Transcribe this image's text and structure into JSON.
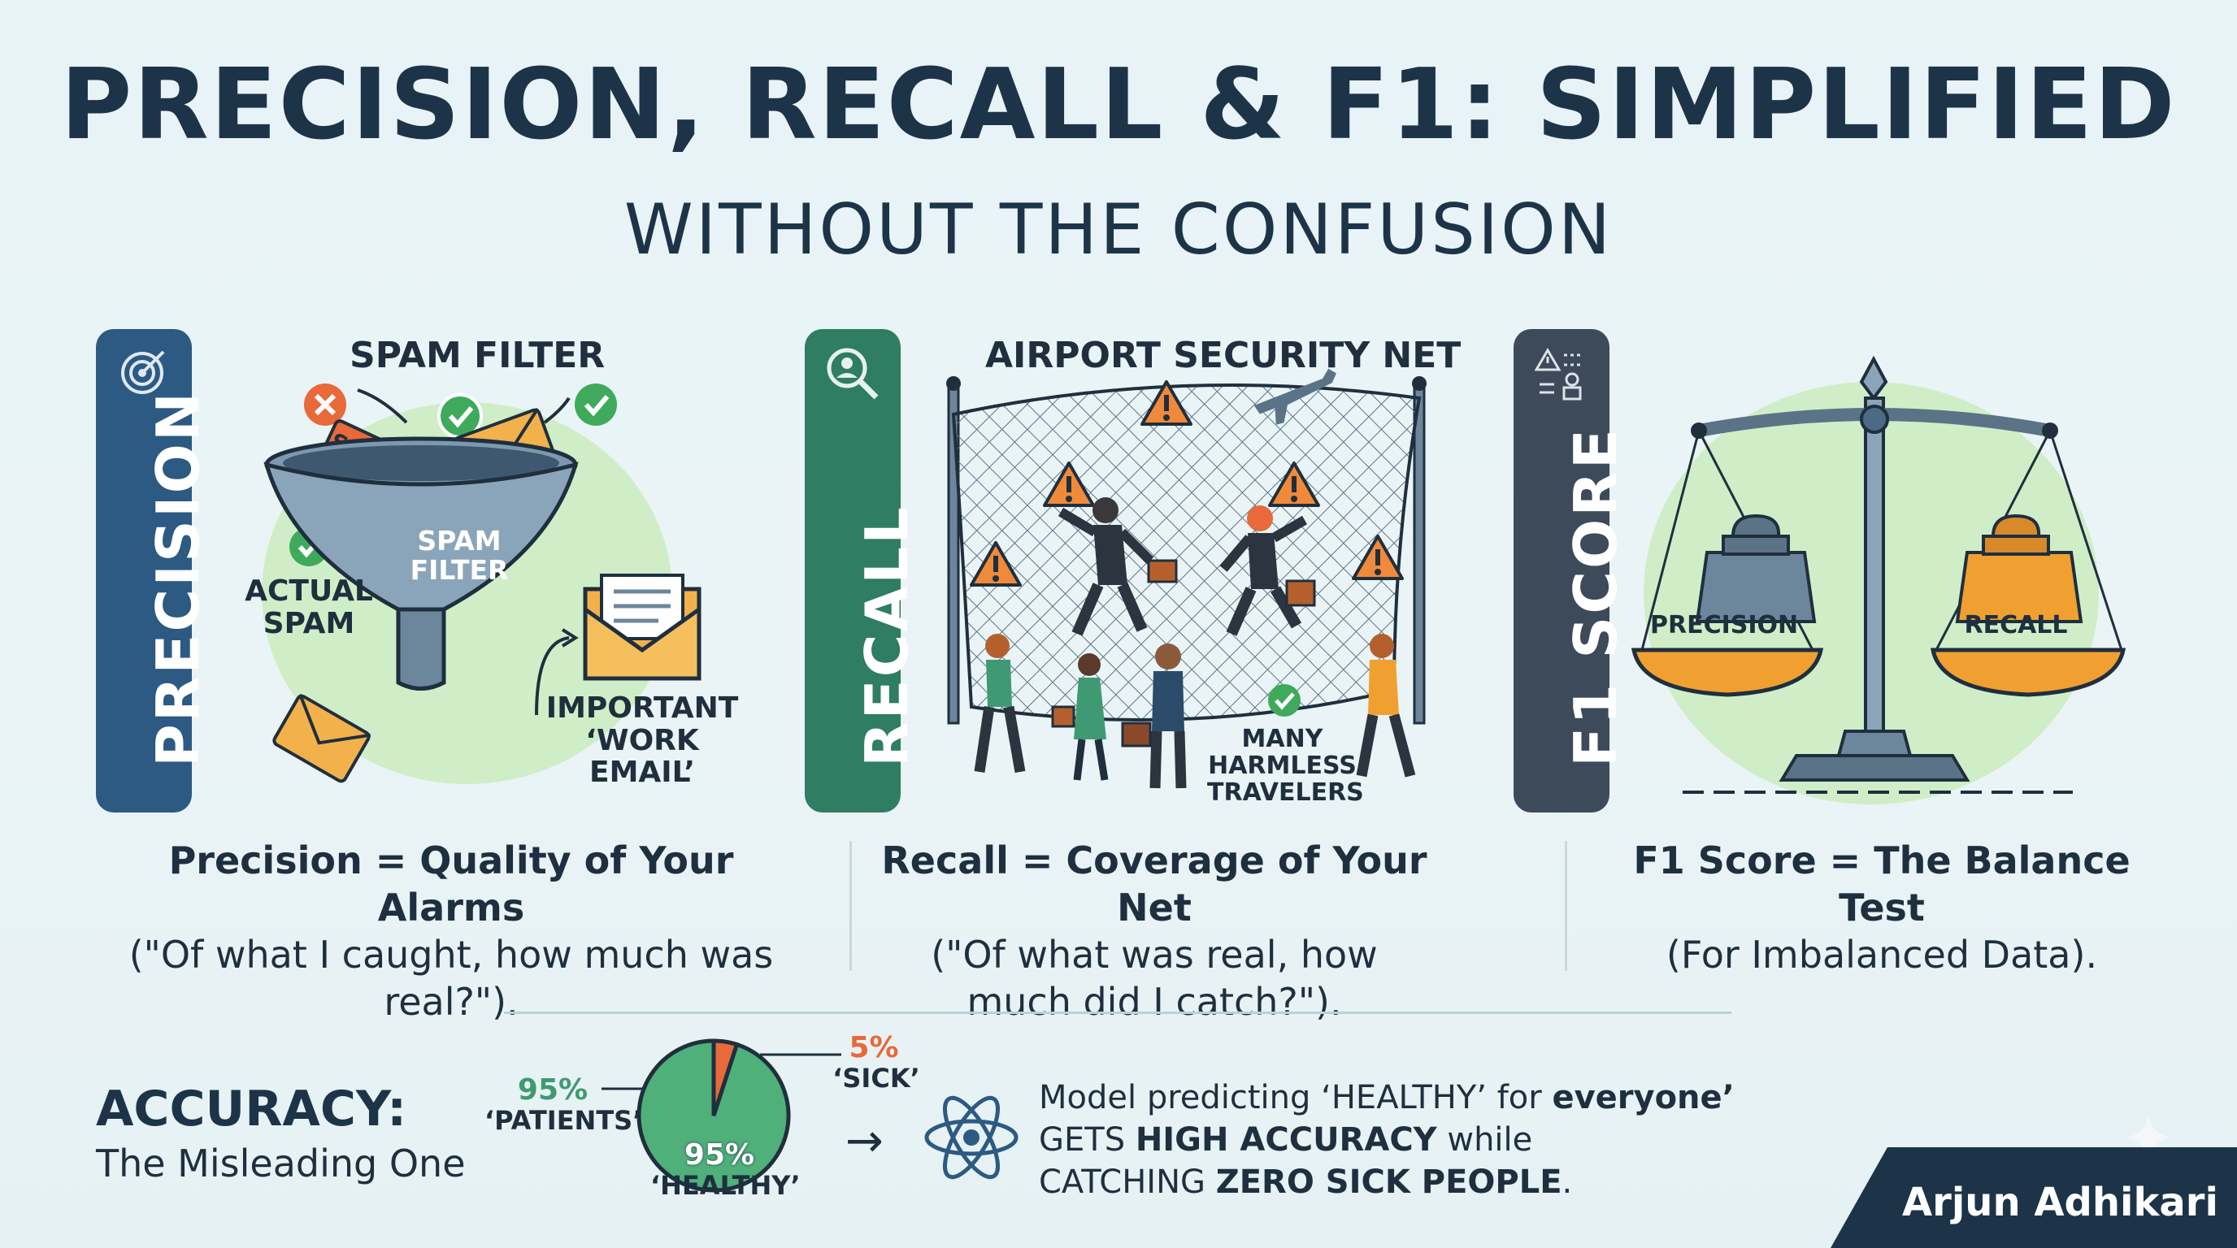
{
  "header": {
    "title": "PRECISION, RECALL & F1: SIMPLIFIED",
    "subtitle": "WITHOUT THE CONFUSION"
  },
  "panels": {
    "precision": {
      "bar_label": "PRECISION",
      "bar_color": "#2c5a82",
      "heading": "SPAM FILTER",
      "funnel_label": "SPAM FILTER",
      "spam_tag": "SPAM",
      "actual_spam_label": "ACTUAL SPAM",
      "important_label": "IMPORTANT ‘WORK EMAIL’",
      "caption_bold": "Precision = Quality of Your Alarms",
      "caption_text": "(\"Of what I caught, how much was real?\")."
    },
    "recall": {
      "bar_label": "RECALL",
      "bar_color": "#2f7d62",
      "heading": "AIRPORT SECURITY NET",
      "travelers_label": "MANY HARMLESS TRAVELERS",
      "caption_bold": "Recall = Coverage of Your Net",
      "caption_text": "(\"Of what was real, how much did I catch?\")."
    },
    "f1": {
      "bar_label": "F1 SCORE",
      "bar_color": "#3c4a5a",
      "left_weight": "PRECISION",
      "right_weight": "RECALL",
      "caption_bold": "F1 Score = The Balance Test",
      "caption_text": "(For Imbalanced Data)."
    }
  },
  "accuracy": {
    "title": "ACCURACY:",
    "subtitle": "The Misleading One",
    "pie_left_pct": "95%",
    "pie_left_label": "‘PATIENTS’",
    "pie_center_pct": "95%",
    "pie_center_label": "‘HEALTHY’",
    "pie_right_pct": "5%",
    "pie_right_label": "‘SICK’",
    "arrow": "→",
    "model_line1_pre": "Model predicting ‘HEALTHY’ for ",
    "model_line1_bold": "everyone’",
    "model_line2_pre": "GETS ",
    "model_line2_bold": "HIGH ACCURACY",
    "model_line2_post": " while",
    "model_line3_pre": "CATCHING ",
    "model_line3_bold": "ZERO SICK PEOPLE",
    "model_line3_post": "."
  },
  "chart_data": {
    "type": "pie",
    "categories": [
      "HEALTHY",
      "SICK"
    ],
    "values": [
      95,
      5
    ]
  },
  "footer": {
    "author": "Arjun Adhikari"
  },
  "icons": [
    "target-icon",
    "search-person-icon",
    "warning-user-icon",
    "check-icon",
    "x-icon",
    "envelope-icon",
    "funnel-icon",
    "net-icon",
    "warning-icon",
    "plane-icon",
    "scale-icon",
    "atom-icon",
    "sparkle-icon"
  ],
  "colors": {
    "navy": "#1d3448",
    "precision_blue": "#2c5a82",
    "recall_green": "#2f7d62",
    "f1_slate": "#3c4a5a",
    "pie_green": "#4fb07a",
    "pie_orange": "#e8693a",
    "warning_orange": "#f08a3a"
  }
}
